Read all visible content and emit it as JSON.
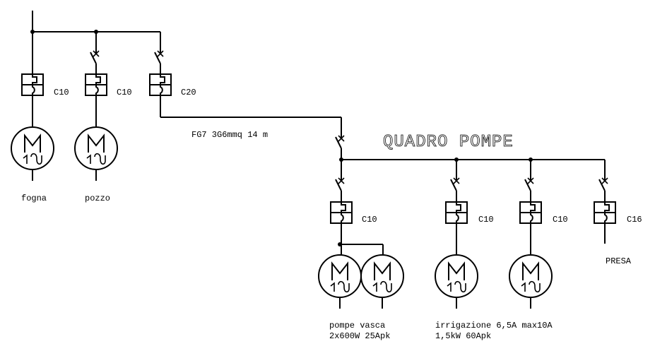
{
  "diagram": {
    "title": "QUADRO POMPE",
    "cable_label": "FG7 3G6mmq 14 m",
    "upper_panel": {
      "branches": [
        {
          "id": "fogna",
          "breaker": "C10",
          "has_switch": false,
          "load": "motor",
          "label_lines": [
            "fogna"
          ]
        },
        {
          "id": "pozzo",
          "breaker": "C10",
          "has_switch": true,
          "load": "motor",
          "label_lines": [
            "pozzo"
          ]
        },
        {
          "id": "feeder",
          "breaker": "C20",
          "has_switch": true,
          "load": "cable-to-quadro-pompe",
          "label_lines": []
        }
      ]
    },
    "quadro_pompe": {
      "main_switch": true,
      "branches": [
        {
          "id": "pompe-vasca",
          "breaker": "C10",
          "has_switch": true,
          "load": "2-motors",
          "label_lines": [
            "pompe vasca",
            "2x600W 25Apk"
          ]
        },
        {
          "id": "irrigazione",
          "breaker": "C10",
          "has_switch": true,
          "load": "motor",
          "label_lines": [
            "irrigazione 6,5A max10A",
            "1,5kW 60Apk"
          ]
        },
        {
          "id": "spare-motor",
          "breaker": "C10",
          "has_switch": true,
          "load": "motor",
          "label_lines": []
        },
        {
          "id": "presa",
          "breaker": "C16",
          "has_switch": true,
          "load": "socket",
          "label_lines": [
            "PRESA"
          ]
        }
      ]
    },
    "motor_symbol": {
      "letter": "M",
      "phase": "1",
      "wave": "~"
    },
    "line_color": "#000000",
    "background": "#ffffff"
  }
}
